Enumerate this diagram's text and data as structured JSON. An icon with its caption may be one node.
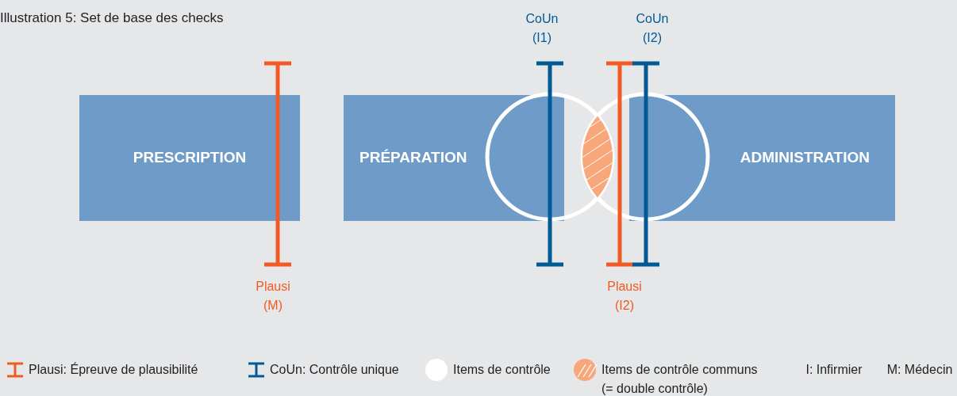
{
  "diagram": {
    "title": "Illustration 5: Set de base des checks",
    "nodes": [
      {
        "text": [
          "PRESCRIPTION"
        ]
      },
      {
        "text": [
          "PRÉPARATION"
        ]
      },
      {
        "text": [
          "ADMINISTRATION"
        ]
      },
      {
        "text": [],
        "shape": "circle"
      },
      {
        "text": [],
        "shape": "circle"
      }
    ],
    "labels": [
      "CoUn (I1)",
      "CoUn (I2)",
      "Plausi (M)",
      "Plausi (I2)",
      "I: Infirmier",
      "M: Médecin"
    ],
    "legend": [
      {
        "text": "Plausi: Épreuve de plausibilité"
      },
      {
        "text": "CoUn: Contrôle unique"
      },
      {
        "text": "Items de contrôle",
        "color": "#ffffff"
      },
      {
        "text": "Items de contrôle communs (= double contrôle)",
        "color": "#f7a77a"
      }
    ]
  }
}
